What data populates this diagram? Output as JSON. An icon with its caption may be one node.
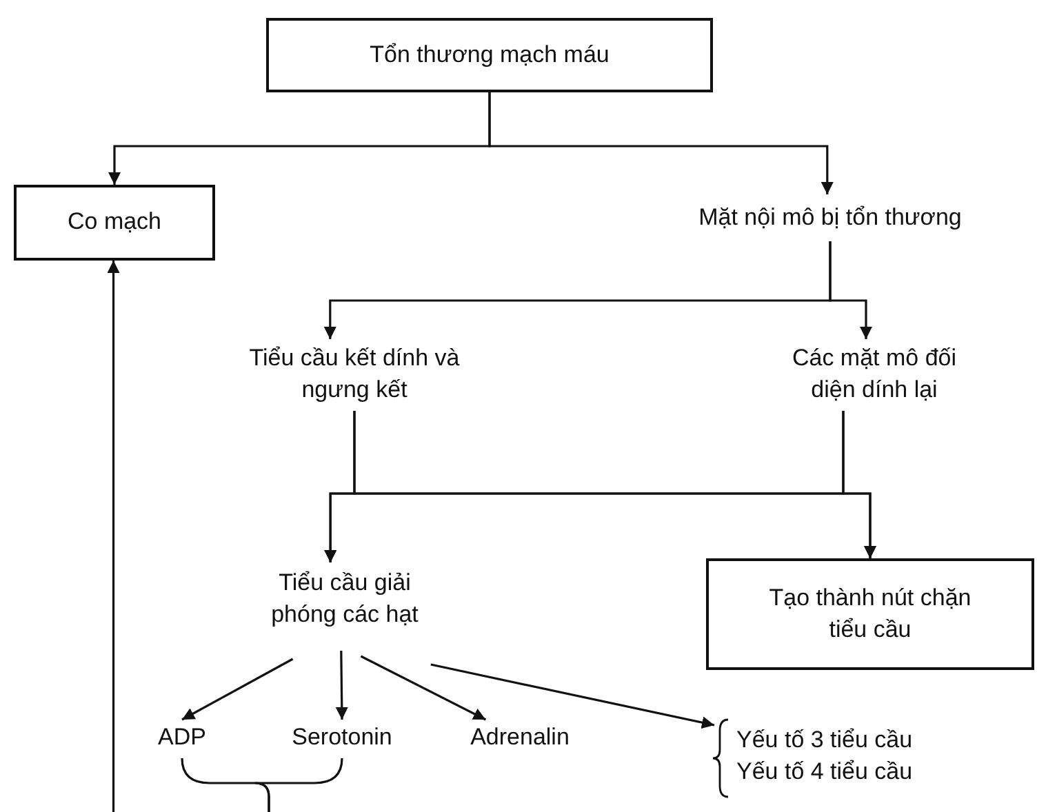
{
  "diagram": {
    "nodes": [
      {
        "text": [
          "Tổn thương mạch máu"
        ]
      },
      {
        "text": [
          "Co mạch"
        ]
      },
      {
        "text": [
          "Mặt nội mô bị tổn thương"
        ]
      },
      {
        "text": [
          "Tiểu cầu kết dính và ngưng kết"
        ]
      },
      {
        "text": [
          "Các mặt mô đối diện dính lại"
        ]
      },
      {
        "text": [
          "Tiểu cầu giải phóng các hạt"
        ]
      },
      {
        "text": [
          "Tạo thành nút chặn tiểu cầu"
        ]
      },
      {
        "text": [
          "ADP"
        ]
      },
      {
        "text": [
          "Serotonin"
        ]
      },
      {
        "text": [
          "Adrenalin"
        ]
      },
      {
        "text": [
          "Yếu tố 3 tiểu cầu",
          "Yếu tố 4 tiểu cầu"
        ]
      }
    ],
    "edges": [
      {
        "from": 0,
        "to": 1,
        "arrow": "to"
      },
      {
        "from": 0,
        "to": 2,
        "arrow": "to"
      },
      {
        "from": 2,
        "to": 3,
        "arrow": "to"
      },
      {
        "from": 2,
        "to": 4,
        "arrow": "to"
      },
      {
        "from": 3,
        "to": 5,
        "arrow": "to"
      },
      {
        "from": 3,
        "to": 6,
        "arrow": "to"
      },
      {
        "from": 4,
        "to": 5,
        "arrow": "to"
      },
      {
        "from": 4,
        "to": 6,
        "arrow": "to"
      },
      {
        "from": 5,
        "to": 7,
        "arrow": "to"
      },
      {
        "from": 5,
        "to": 8,
        "arrow": "to"
      },
      {
        "from": 5,
        "to": 9,
        "arrow": "to"
      },
      {
        "from": 5,
        "to": 10,
        "arrow": "to"
      },
      {
        "from": 7,
        "to": null,
        "arrow": "none"
      },
      {
        "from": 8,
        "to": null,
        "arrow": "none"
      },
      {
        "from": null,
        "to": 1,
        "arrow": "to"
      }
    ]
  }
}
